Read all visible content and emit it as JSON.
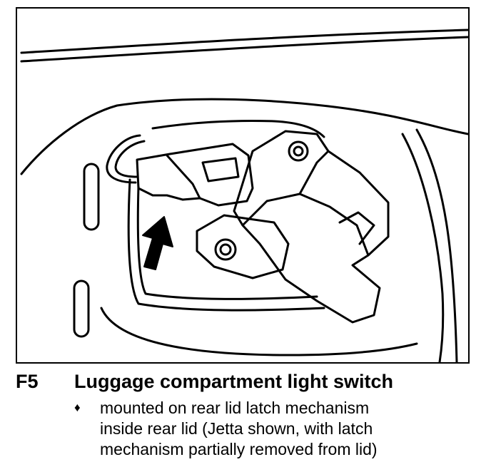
{
  "figure": {
    "code": "F5",
    "title": "Luggage compartment light switch",
    "bullet_symbol": "♦",
    "bullet_lines": [
      "mounted on rear lid latch mechanism",
      "inside rear lid (Jetta shown, with latch",
      "mechanism partially removed from lid)"
    ]
  }
}
